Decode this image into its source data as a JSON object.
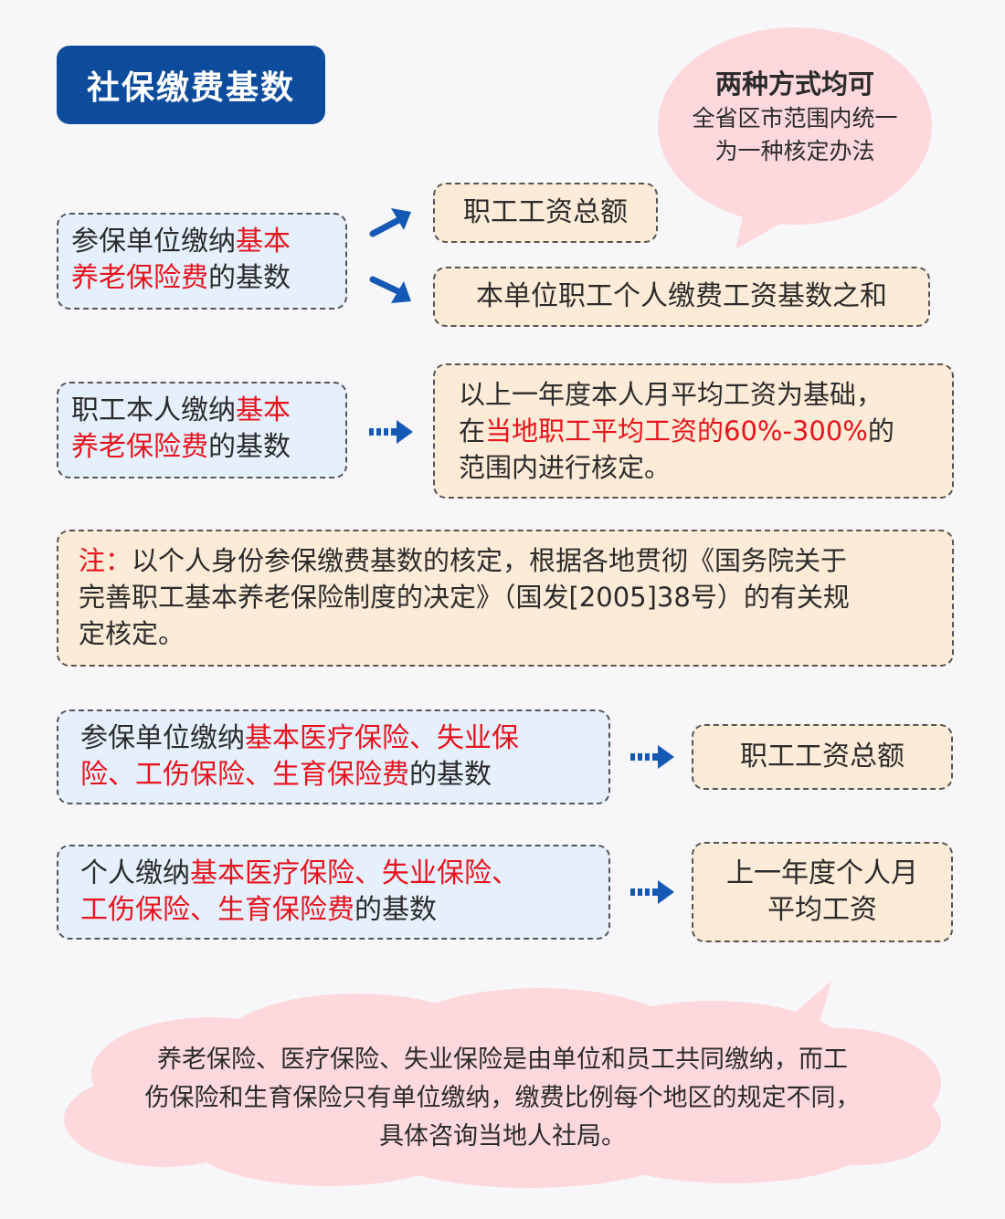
{
  "title": "社保缴费基数",
  "top_bubble": {
    "heading": "两种方式均可",
    "line1": "全省区市范围内统一",
    "line2": "为一种核定办法"
  },
  "row1": {
    "left_a": "参保单位缴纳",
    "left_red_a": "基本",
    "left_red_b": "养老保险费",
    "left_b": "的基数",
    "option1": "职工工资总额",
    "option2": "本单位职工个人缴费工资基数之和"
  },
  "row2": {
    "left_a": "职工本人缴纳",
    "left_red_a": "基本",
    "left_red_b": "养老保险费",
    "left_b": "的基数",
    "right_line1": "以上一年度本人月平均工资为基础，",
    "right_pre": "在",
    "right_red": "当地职工平均工资的60%-300%",
    "right_post": "的",
    "right_line3": "范围内进行核定。"
  },
  "note": {
    "label": "注：",
    "line1": "以个人身份参保缴费基数的核定，根据各地贯彻《国务院关于",
    "line2": "完善职工基本养老保险制度的决定》（国发[2005]38号）的有关规",
    "line3": "定核定。"
  },
  "row3": {
    "left_a": "参保单位缴纳",
    "left_red_a": "基本医疗保险、失业保",
    "left_red_b": "险、工伤保险、生育保险费",
    "left_b": "的基数",
    "right": "职工工资总额"
  },
  "row4": {
    "left_a": "个人缴纳",
    "left_red_a": "基本医疗保险、失业保险、",
    "left_red_b": "工伤保险、生育保险费",
    "left_b": "的基数",
    "right_line1": "上一年度个人月",
    "right_line2": "平均工资"
  },
  "bottom_bubble": {
    "line1": "养老保险、医疗保险、失业保险是由单位和员工共同缴纳，而工",
    "line2": "伤保险和生育保险只有单位缴纳，缴费比例每个地区的规定不同，",
    "line3": "具体咨询当地人社局。"
  },
  "colors": {
    "title_bg": "#0d4c9c",
    "arrow": "#1459b5",
    "highlight": "#e8131c",
    "blue_box": "#e5f0fc",
    "beige_box": "#fcebd6",
    "bubble": "#fdd9de"
  }
}
